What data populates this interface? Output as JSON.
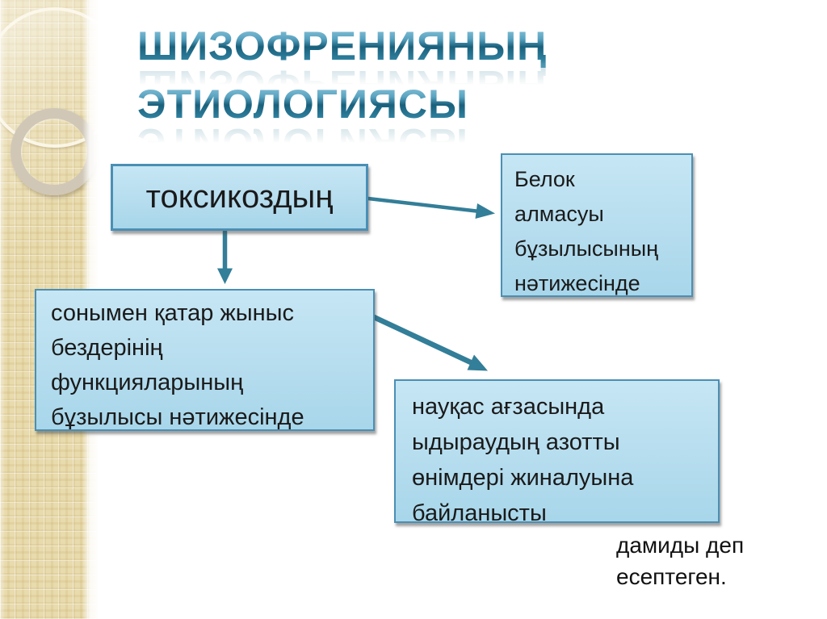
{
  "title": {
    "line1": "ШИЗОФРЕНИЯНЫҢ",
    "line2": "ЭТИОЛОГИЯСЫ"
  },
  "boxes": [
    {
      "id": "toxicosis",
      "text": "токсикоздың"
    },
    {
      "id": "protein",
      "lines": [
        "Белок",
        "алмасуы",
        "бұзылысының",
        "нәтижесінде"
      ]
    },
    {
      "id": "glands",
      "lines": [
        "сонымен қатар жыныс",
        "бездерінің",
        "функцияларының",
        "бұзылысы нәтижесінде"
      ]
    },
    {
      "id": "nitrogen",
      "lines": [
        "науқас ағзасында",
        "ыдыраудың азотты",
        "өнімдері жиналуына",
        "байланысты"
      ]
    }
  ],
  "footer": {
    "lines": [
      "дамиды деп",
      "есептеген."
    ]
  },
  "colors": {
    "arrow": "#337e98",
    "box_fill_top": "#c6e6f4",
    "box_fill_bottom": "#a8d6ea",
    "box_border": "#4a8fb5",
    "title_teal": "#2a7492",
    "sidebar_beige": "#e8dbad",
    "text": "#1a1a1a"
  }
}
